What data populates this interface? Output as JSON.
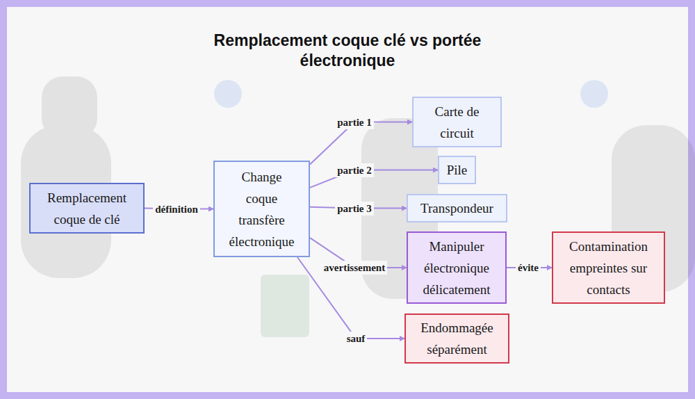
{
  "diagram": {
    "title": "Remplacement coque clé vs portée électronique",
    "nodes": [
      {
        "text": [
          "Remplacement coque de clé"
        ]
      },
      {
        "text": [
          "Change coque transfère électronique"
        ]
      },
      {
        "text": [
          "Carte de circuit"
        ]
      },
      {
        "text": [
          "Pile"
        ]
      },
      {
        "text": [
          "Transpondeur"
        ]
      },
      {
        "text": [
          "Manipuler électronique délicatement"
        ]
      },
      {
        "text": [
          "Contamination empreintes sur contacts"
        ]
      },
      {
        "text": [
          "Endommagée séparément"
        ]
      }
    ],
    "edges": [
      {
        "from": 0,
        "to": 1,
        "label": "définition",
        "arrow": "to"
      },
      {
        "from": 1,
        "to": 2,
        "label": "partie 1",
        "arrow": "to"
      },
      {
        "from": 1,
        "to": 3,
        "label": "partie 2",
        "arrow": "to"
      },
      {
        "from": 1,
        "to": 4,
        "label": "partie 3",
        "arrow": "to"
      },
      {
        "from": 1,
        "to": 5,
        "label": "avertissement",
        "arrow": "to"
      },
      {
        "from": 5,
        "to": 6,
        "label": "évite",
        "arrow": "to"
      },
      {
        "from": 1,
        "to": 7,
        "label": "sauf",
        "arrow": "to"
      }
    ]
  }
}
